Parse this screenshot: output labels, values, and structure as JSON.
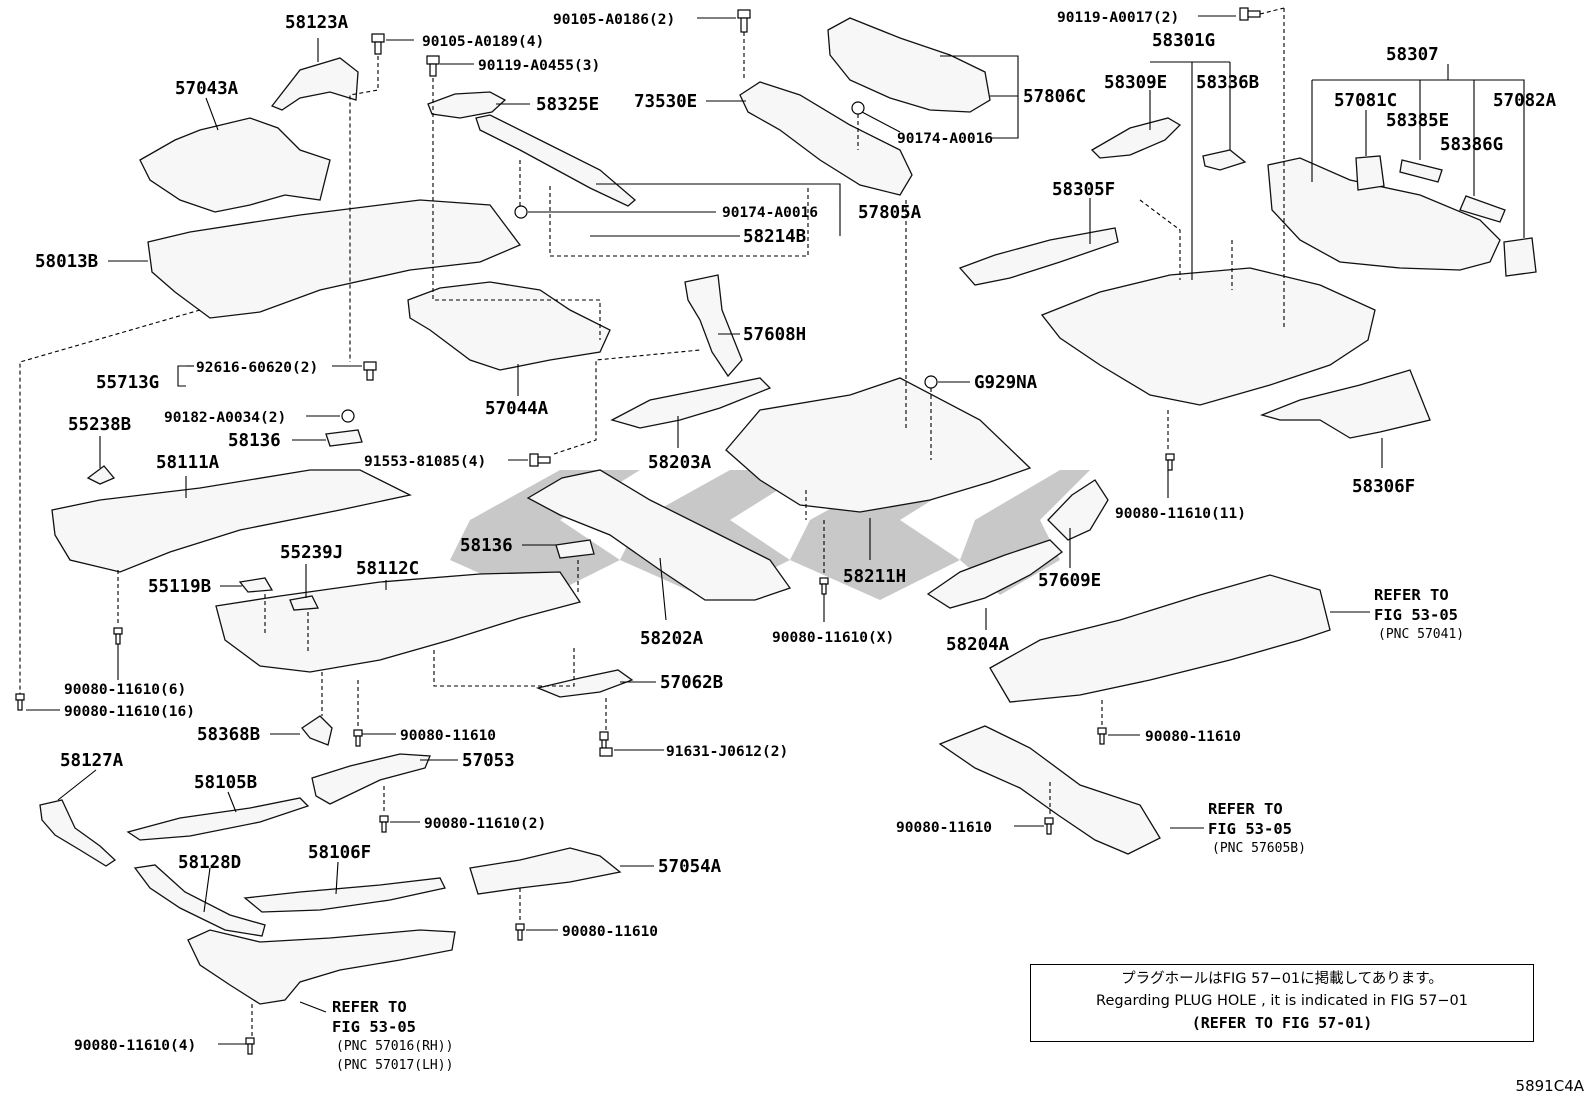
{
  "labels": {
    "p58123A": "58123A",
    "f90105A0189": "90105-A0189(4)",
    "f90119A0455": "90119-A0455(3)",
    "p57043A": "57043A",
    "p58325E": "58325E",
    "f90105A0186": "90105-A0186(2)",
    "p73530E": "73530E",
    "p57806C": "57806C",
    "f90174A0016a": "90174-A0016",
    "f90119A0017": "90119-A0017(2)",
    "p58301G": "58301G",
    "p58309E": "58309E",
    "p58336B": "58336B",
    "p58307": "58307",
    "p57081C": "57081C",
    "p57082A": "57082A",
    "p58385E": "58385E",
    "p58386G": "58386G",
    "p58305F": "58305F",
    "p58013B": "58013B",
    "f90174A0016b": "90174-A0016",
    "p57805A": "57805A",
    "p58214B": "58214B",
    "f92616": "92616-60620(2)",
    "p55713G": "55713G",
    "p57608H": "57608H",
    "p57044A": "57044A",
    "pG929NA": "G929NA",
    "f90182": "90182-A0034(2)",
    "p55238B": "55238B",
    "p58136a": "58136",
    "p58111A": "58111A",
    "f91553": "91553-81085(4)",
    "p58203A": "58203A",
    "f90080_11": "90080-11610(11)",
    "p58306F": "58306F",
    "p58136b": "58136",
    "p55239J": "55239J",
    "p58112C": "58112C",
    "p55119B": "55119B",
    "p58211H": "58211H",
    "p57609E": "57609E",
    "p58202A": "58202A",
    "f90080_X": "90080-11610(X)",
    "p58204A": "58204A",
    "f90080_6": "90080-11610(6)",
    "f90080_16": "90080-11610(16)",
    "p57062B": "57062B",
    "p58368B": "58368B",
    "f90080_a": "90080-11610",
    "f91631": "91631-J0612(2)",
    "f90080_b": "90080-11610",
    "p58127A": "58127A",
    "p57053": "57053",
    "p58105B": "58105B",
    "f90080_2": "90080-11610(2)",
    "f90080_c": "90080-11610",
    "p58128D": "58128D",
    "p58106F": "58106F",
    "p57054A": "57054A",
    "f90080_d": "90080-11610",
    "f90080_4": "90080-11610(4)"
  },
  "references": {
    "ref1": {
      "l1": "REFER TO",
      "l2": "FIG 53-05",
      "l3": "(PNC 57041)"
    },
    "ref2": {
      "l1": "REFER TO",
      "l2": "FIG 53-05",
      "l3": "(PNC 57605B)"
    },
    "ref3": {
      "l1": "REFER TO",
      "l2": "FIG 53-05",
      "l3": "(PNC 57016(RH))",
      "l4": "(PNC 57017(LH))"
    }
  },
  "note": {
    "jp": "プラグホールはFIG 57−01に掲載してあります。",
    "en": "Regarding  PLUG  HOLE , it is indicated in FIG  57−01",
    "ref": "(REFER TO FIG 57-01)"
  },
  "diagram_code": "5891C4A"
}
